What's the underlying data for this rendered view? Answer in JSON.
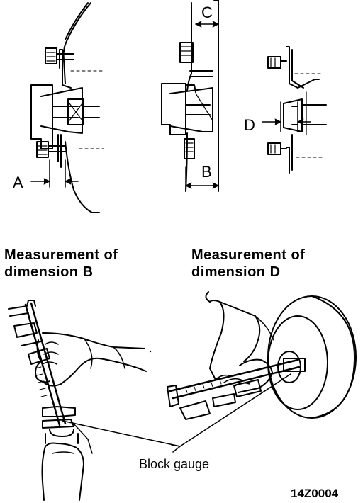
{
  "labels": {
    "dim_a": "A",
    "dim_b": "B",
    "dim_c": "C",
    "dim_d": "D"
  },
  "headings": {
    "measure_b_line1": "Measurement of",
    "measure_b_line2": "dimension B",
    "measure_d_line1": "Measurement of",
    "measure_d_line2": "dimension D"
  },
  "callout": {
    "block_gauge": "Block gauge"
  },
  "figure_code": "14Z0004",
  "colors": {
    "ink": "#000000",
    "paper": "#ffffff"
  }
}
